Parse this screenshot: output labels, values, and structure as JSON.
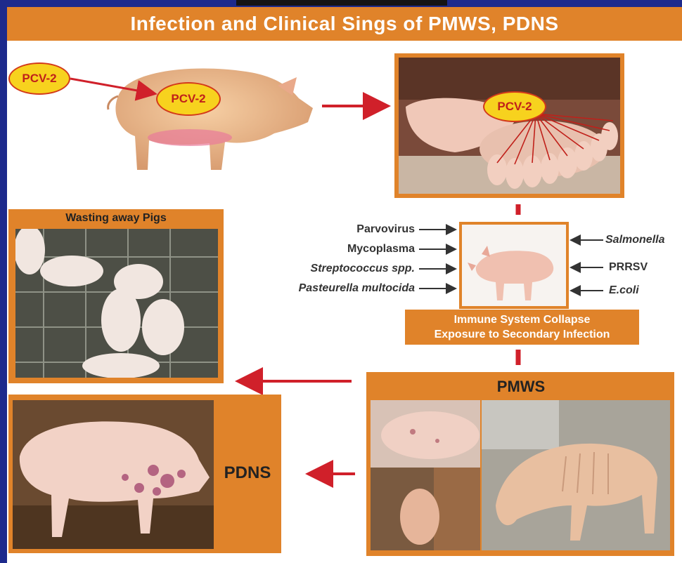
{
  "title": "Infection and Clinical Sings of PMWS, PDNS",
  "pcv_label": "PCV-2",
  "agents_left": [
    "Parvovirus",
    "Mycoplasma",
    "Streptococcus spp.",
    "Pasteurella multocida"
  ],
  "agents_right": [
    "Salmonella",
    "PRRSV",
    "E.coli"
  ],
  "immune_line1": "Immune System Collapse",
  "immune_line2": "Exposure to Secondary Infection",
  "wasting_title": "Wasting away Pigs",
  "pmws_label": "PMWS",
  "pdns_label": "PDNS",
  "colors": {
    "accent": "#e0832a",
    "arrow": "#d0202a",
    "oval_fill": "#f7d21e",
    "background": "#1d2a8c"
  }
}
